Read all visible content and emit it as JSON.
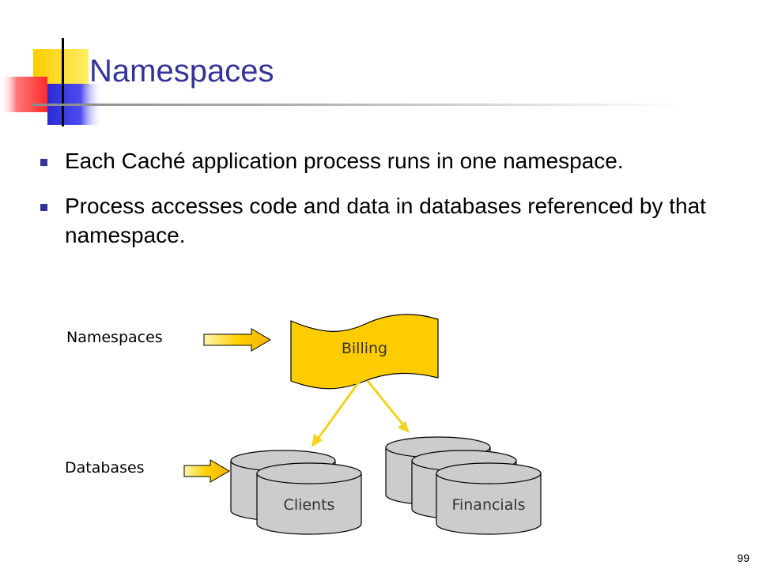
{
  "slide": {
    "title": "Namespaces",
    "bullets": [
      "Each Caché application process runs in one namespace.",
      "Process accesses code and data in databases referenced by that namespace."
    ],
    "page_number": "99"
  },
  "diagram": {
    "namespaces_label": "Namespaces",
    "databases_label": "Databases",
    "namespace_name": "Billing",
    "databases": [
      "Clients",
      "Financials"
    ]
  },
  "colors": {
    "title": "#333399",
    "bullet_marker": "#333399",
    "shape_fill": "#ffcc00",
    "database_fill": "#cccccc",
    "connector": "#f2d31a"
  }
}
